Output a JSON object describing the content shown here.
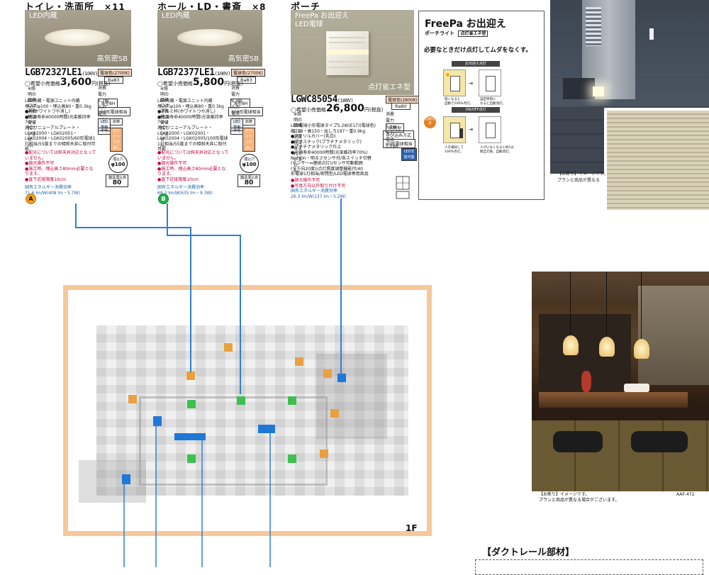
{
  "products": [
    {
      "category": "トイレ・洗面所",
      "count": "×11",
      "photo_tag": "LED内蔵",
      "photo_tag2": "高気密SB",
      "model": "LGB72327LE1",
      "model_suffix": "(100V)",
      "price_prefix": "◯希望小売価格",
      "price": "3,600",
      "price_suffix": "円(税抜)",
      "price_note": "※照明の価格には消費税は\n含まれていません。",
      "color_badge": "電球色(2700K)",
      "ra": "Ra83",
      "power": "消費電力5.7W\n入力電流0.1A",
      "spec": "LED内蔵・電源ユニット内蔵\n埋込穴φ100・埋込高80・重0.3kg\n●枠(ホワイトつや消し)\n●光源寿命40000時間(光束維持率70%)\n適合リニューアルプレート・\nLGK02000・LGK02001・\nLGK02004・LGK02005/60形電球1灯相当/55度までの傾斜天井に取付可能",
      "red_notes": "●配光については斜天井対応となっていません。\n●調光操作不可\n●施工時、埋込高さ80mm必要となります。\n●直下近接限度10cm",
      "blue_note": "固有エネルギー消費効率\n71.6 lm/W(408 lm・5.7W)",
      "box1": "浅型8H",
      "box2": "60形電球相当",
      "mini1": "LED専用",
      "mini2": "拡散",
      "mini3": "不可",
      "mini4": "ホワイトつや消し",
      "circle_top": "埋込穴",
      "circle_val": "φ100",
      "depth_label": "器具埋込高",
      "depth_val": "80",
      "badge": "A",
      "badge_color": "#f0a020"
    },
    {
      "category": "ホール・LD・書斎",
      "count": "×8",
      "photo_tag": "LED内蔵",
      "photo_tag2": "高気密SB",
      "model": "LGB72377LE1",
      "model_suffix": "(100V)",
      "price_prefix": "◯希望小売価格",
      "price": "5,800",
      "price_suffix": "円(税抜)",
      "price_note": "※照明の価格には消費税は\n含まれていません。",
      "color_badge": "電球色(2700K)",
      "ra": "Ra83",
      "power": "消費電力9.3W\n入力電流0.15A",
      "spec": "LED内蔵・電源ユニット内蔵\n埋込穴φ100・埋込高80・重0.3kg\n●アルミ枠(ホワイトつや消し)\n●光源寿命40000時間(光束維持率70%)\n適合リニューアルプレート・\nLGK02000・LGK02001・\nLGK02004・LGK02005/100形電球1灯相当/55度までの傾斜天井に取付可能",
      "red_notes": "●配光については斜天井対応となっていません。\n●調光操作不可\n●施工時、埋込高さ80mm必要となります。\n●直下近接限度10cm",
      "blue_note": "固有エネルギー消費効率\n68.3 lm/W(635 lm・9.3W)",
      "box1": "浅型8H",
      "box2": "100形電球相当",
      "mini1": "LED専用",
      "mini2": "拡散",
      "mini3": "不可",
      "mini4": "ホワイトつや消し",
      "circle_top": "埋込穴",
      "circle_val": "φ100",
      "depth_label": "器具埋込高",
      "depth_val": "80",
      "badge": "B",
      "badge_color": "#1db24a"
    },
    {
      "category": "ポーチ",
      "count": "",
      "photo_tag": "FreePa お出迎え\nLED電球",
      "photo_tag2": "点灯省エネ型",
      "model": "LGWC85054",
      "model_suffix": "(100V)",
      "price_prefix": "◯希望小売価格",
      "price": "26,800",
      "price_suffix": "円(税抜)",
      "price_note": "※照明の価格には消費税は含まれていません。",
      "color_badge": "電球色(2800K)",
      "ra": "Ra80",
      "power": "消費電力5.2W\n入力電流0.09A",
      "spec": "LED電球小形電球タイプ5.2W(E17)(電球色)\n幅150・高150・出しろ197・重0.9kg\n●アクリルカバー(乳白)\n●プラスチック(プラチナメタリック)\n●プラチナメタリック仕上\n●光源寿命40000時間(光束維持率70%)\nNaPiOn・明るさセンサ付/各スイッチ切替\n(センサー⇔連続点灯)/センサ可動範囲\n(全方向20度)/点灯照度調整機能付/40\n形電球1灯相当/密閉型/LED電球専用商品",
      "red_notes": "●調光操作不可\n●写真方向以外取り付け不可",
      "blue_note": "固有エネルギー消費効率\n26.3 lm/W(137 lm・5.2W)",
      "box1": "防雨型",
      "box2": "ネジ込み方式",
      "box3": "40形電球相当",
      "mini1": "LED交換可能",
      "badge": "",
      "badge_color": ""
    }
  ],
  "freepa": {
    "title": "FreePa お出迎え",
    "subtitle": "ポーチライト",
    "subtitle_box": "点灯省エネ型",
    "headline": "必要なときだけ点灯してムダをなくす。",
    "section1": "お出迎え点灯",
    "s1_caption1": "暗くなると\n自動で100%点灯。",
    "s1_caption2": "設定時刻に\nなると自動消灯。",
    "section2": "ON/OFF点灯",
    "s2_tag": "自動切替",
    "s2_caption1": "人を検知して\n100%点灯。",
    "s2_caption2": "人がいなくなると約1分\n間全灯後、自動消灯。"
  },
  "right_photo_caption": "【お断り】イメージです。\nプランと商品が異なる",
  "interior_caption": "【お断り】イメージです。\nプランと商品が異なる場合がございます。",
  "interior_code": "AAF-472",
  "floor_label": "1F",
  "duct_title": "【ダクトレール部材】",
  "colors": {
    "badge_a": "#f0a020",
    "badge_b": "#1db24a",
    "line_blue": "#2f80d0",
    "floor_border": "#f6c89a",
    "marker_orange": "#e8a040",
    "marker_green": "#3ec050",
    "marker_blue": "#1f78d6"
  }
}
